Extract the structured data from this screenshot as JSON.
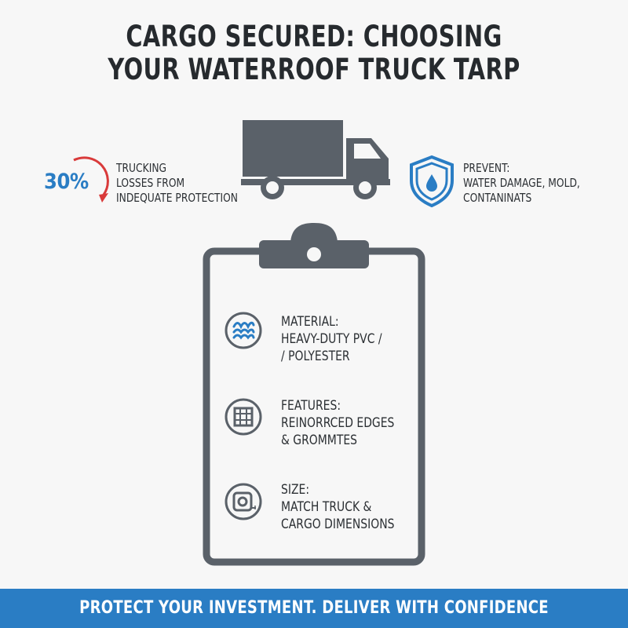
{
  "title": {
    "line1": "CARGO SECURED: CHOOSING",
    "line2": "YOUR WATERROOF TRUCK TARP"
  },
  "stat": {
    "value": "30%",
    "line1": "TRUCKING",
    "line2": "LOSSES FROM",
    "line3": "INDEQUATE PROTECTION"
  },
  "prevent": {
    "line1": "PREVENT:",
    "line2": "WATER DAMAGE, MOLD,",
    "line3": "CONTANINATS"
  },
  "checklist": [
    {
      "icon": "waves-icon",
      "heading": "MATERIAL:",
      "line1": "HEAVY-DUTY PVC /",
      "line2": "/ POLYESTER"
    },
    {
      "icon": "grid-icon",
      "heading": "FEATURES:",
      "line1": "REINORRCED EDGES",
      "line2": "& GROMMTES"
    },
    {
      "icon": "tape-measure-icon",
      "heading": "SIZE:",
      "line1": "MATCH TRUCK &",
      "line2": "CARGO DIMENSIONS"
    }
  ],
  "banner": {
    "text": "PROTECT YOUR INVESTMENT. DELIVER WITH CONFIDENCE"
  },
  "colors": {
    "accent_blue": "#2a7dc4",
    "accent_red": "#d93a3a",
    "icon_gray": "#5a6169",
    "text_dark": "#2b2f33"
  }
}
